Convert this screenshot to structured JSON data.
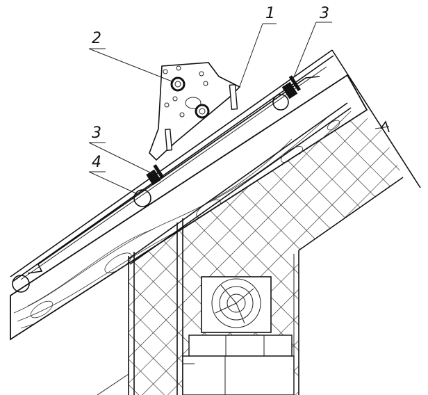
{
  "callouts": {
    "c1": "1",
    "c2": "2",
    "c3a": "3",
    "c3b": "3",
    "c4": "4"
  },
  "colors": {
    "ink": "#111111",
    "background": "#ffffff"
  }
}
